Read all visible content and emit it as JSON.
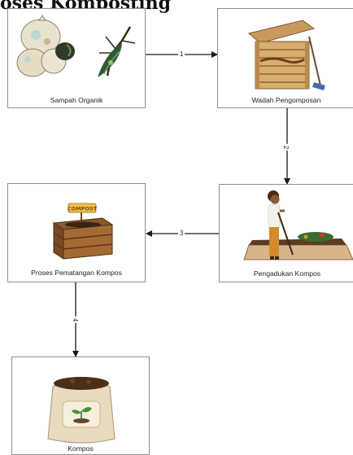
{
  "title": "oses Komposting",
  "nodes": {
    "organic": {
      "label": "Sampah Organik",
      "icon": "organic-waste-icon"
    },
    "container": {
      "label": "Wadah Pengomposan",
      "icon": "compost-bin-icon"
    },
    "stirring": {
      "label": "Pengadukan Kompos",
      "icon": "person-stirring-compost-icon"
    },
    "maturation": {
      "label": "Proses Pematangan Kompos",
      "icon": "compost-crate-icon",
      "sign": "COMPOST"
    },
    "compost": {
      "label": "Kompos",
      "icon": "compost-bag-icon"
    }
  },
  "edges": [
    {
      "from": "organic",
      "to": "container",
      "label": "1"
    },
    {
      "from": "container",
      "to": "stirring",
      "label": "2"
    },
    {
      "from": "stirring",
      "to": "maturation",
      "label": "3"
    },
    {
      "from": "maturation",
      "to": "compost",
      "label": "4"
    }
  ],
  "colors": {
    "line": "#1a1a1a",
    "border": "#8f8f8f"
  }
}
